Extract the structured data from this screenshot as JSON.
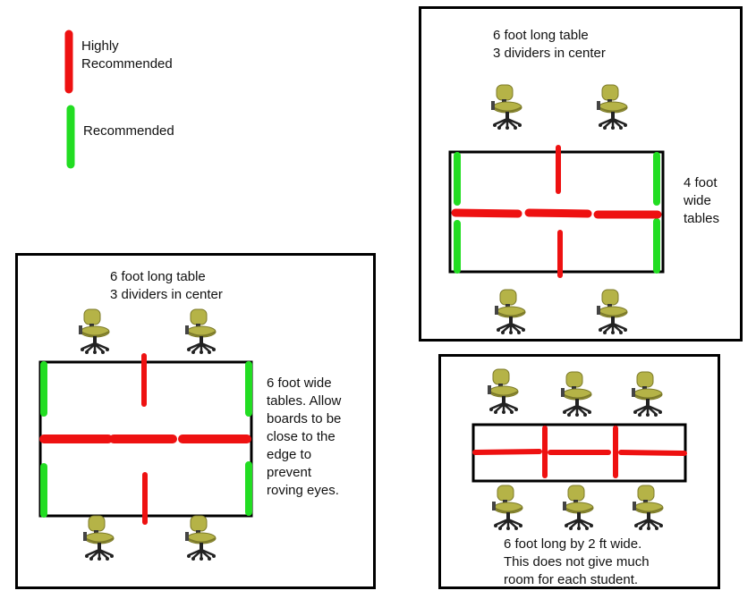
{
  "legend": {
    "highly_recommended": {
      "label_line1": "Highly",
      "label_line2": "Recommended",
      "color": "#ee1111"
    },
    "recommended": {
      "label": "Recommended",
      "color": "#22dd22"
    }
  },
  "panel_top_right": {
    "caption_line1": "6 foot long table",
    "caption_line2": "3 dividers in center",
    "side_line1": "4 foot",
    "side_line2": "wide",
    "side_line3": "tables"
  },
  "panel_left": {
    "caption_line1": "6 foot long table",
    "caption_line2": "3 dividers in center",
    "side_line1": "6 foot wide",
    "side_line2": "tables. Allow",
    "side_line3": "boards to be",
    "side_line4": "close to the",
    "side_line5": "edge to",
    "side_line6": "prevent",
    "side_line7": "roving eyes."
  },
  "panel_bottom_right": {
    "caption_line1": "6 foot long by 2 ft wide.",
    "caption_line2": "This does not give much",
    "caption_line3": "room for each student."
  },
  "colors": {
    "divider_red": "#ee1111",
    "divider_green": "#22dd22",
    "chair_seat": "#b5b347",
    "chair_dark": "#7c7a2a",
    "chair_base": "#222222"
  }
}
